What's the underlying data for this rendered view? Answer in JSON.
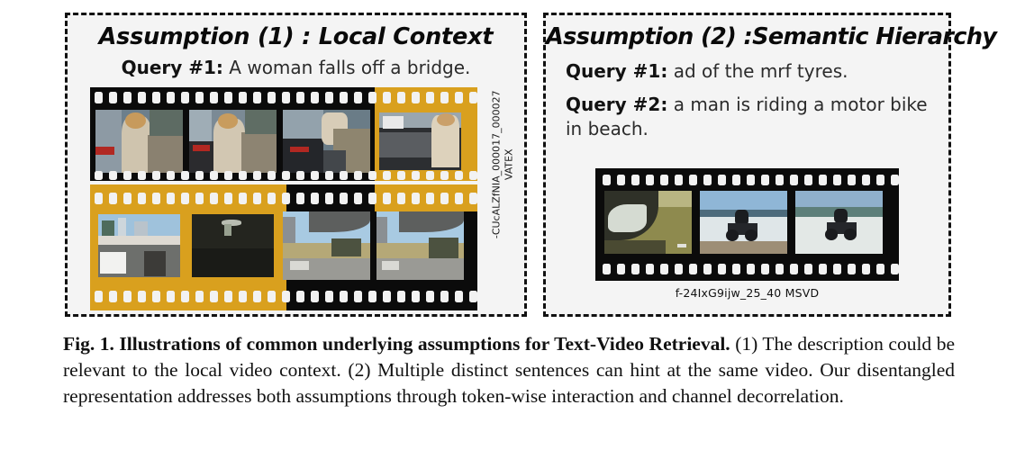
{
  "figure": {
    "panels": [
      {
        "id": "local-context",
        "title": "Assumption (1) : Local Context",
        "queries": [
          {
            "label": "Query #1:",
            "text": " A woman falls off a bridge."
          }
        ],
        "dataset_label_line1": "-CUcALZfNIA_000017_000027",
        "dataset_label_line2": "VATEX",
        "filmstrips": [
          {
            "id": "strip-row-1",
            "highlight_color": "#d9a01e",
            "frames": [
              {
                "id": "f1",
                "desc": "woman beside vehicle",
                "highlighted": false
              },
              {
                "id": "f2",
                "desc": "woman leaning on car",
                "highlighted": false
              },
              {
                "id": "f3",
                "desc": "woman reaching over rail",
                "highlighted": false
              },
              {
                "id": "f4",
                "desc": "woman climbing barrier",
                "highlighted": true
              }
            ]
          },
          {
            "id": "strip-row-2",
            "highlight_color": "#d9a01e",
            "frames": [
              {
                "id": "f5",
                "desc": "overpass with truck",
                "highlighted": true
              },
              {
                "id": "f6",
                "desc": "dark falling figure",
                "highlighted": true
              },
              {
                "id": "f7",
                "desc": "road under bridge with trucks",
                "highlighted": false
              },
              {
                "id": "f8",
                "desc": "road under bridge with trucks",
                "highlighted": false
              }
            ]
          }
        ]
      },
      {
        "id": "semantic-hierarchy",
        "title": "Assumption (2) :Semantic Hierarchy",
        "queries": [
          {
            "label": "Query #1:",
            "text": " ad of the mrf tyres."
          },
          {
            "label": "Query #2:",
            "text": " a man is riding a motor bike in beach."
          }
        ],
        "strip_caption": "f-24IxG9ijw_25_40   MSVD",
        "filmstrips": [
          {
            "id": "strip-right",
            "highlight_color": "#d9a01e",
            "frames": [
              {
                "id": "r1",
                "desc": "close-up of tyre on sand",
                "highlighted": false
              },
              {
                "id": "r2",
                "desc": "motorbike rider in surf",
                "highlighted": false
              },
              {
                "id": "r3",
                "desc": "motorbike rider in surf",
                "highlighted": false
              }
            ]
          }
        ]
      }
    ],
    "caption": {
      "bold_prefix": "Fig. 1. Illustrations of common underlying assumptions for Text-Video Retrieval.",
      "body": " (1) The description could be relevant to the local video context. (2) Multiple distinct sentences can hint at the same video. Our disentangled representation addresses both assumptions through token-wise interaction and channel decorrelation."
    },
    "colors": {
      "highlight": "#d9a01e",
      "panel_background": "#f4f4f4",
      "panel_border": "#111111",
      "film_black": "#0b0b0b",
      "perforation": "#f2f2f2"
    }
  }
}
